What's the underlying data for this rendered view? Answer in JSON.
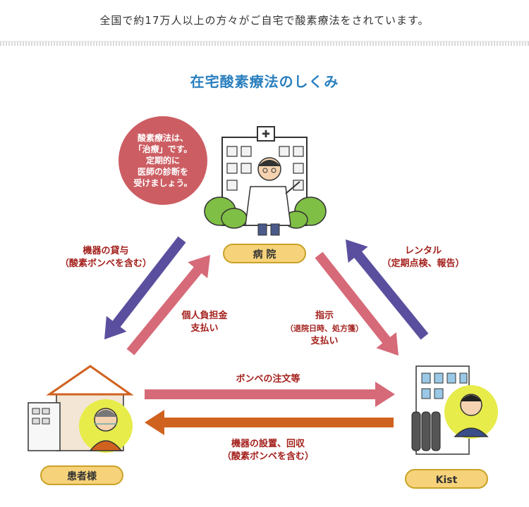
{
  "header": {
    "text": "全国で約17万人以上の方々がご自宅で酸素療法をされています。"
  },
  "title": "在宅酸素療法のしくみ",
  "bubble": {
    "text": "酸素療法は、\n「治療」です。\n定期的に\n医師の診断を\n受けましょう。"
  },
  "nodes": {
    "hospital": "病 院",
    "patient": "患者様",
    "kist": "Kist"
  },
  "flows": {
    "rental_to_patient": {
      "line1": "機器の貸与",
      "line2": "（酸素ボンベを含む）"
    },
    "patient_payment": {
      "line1": "個人負担金",
      "line2": "支払い"
    },
    "hospital_to_kist": {
      "line1": "指示",
      "line2": "（退院日時、処方箋）",
      "line3": "支払い"
    },
    "kist_to_hospital": {
      "line1": "レンタル",
      "line2": "（定期点検、報告）"
    },
    "patient_to_kist": {
      "line1": "ボンベの注文等"
    },
    "kist_to_patient": {
      "line1": "機器の設置、回収",
      "line2": "（酸素ボンベを含む）"
    }
  },
  "colors": {
    "purple": "#5a4f9e",
    "pink": "#d66a78",
    "orange": "#d0621f",
    "badge": "#f6d27a",
    "bubble": "#cc5e63",
    "title": "#2a7fbf"
  }
}
